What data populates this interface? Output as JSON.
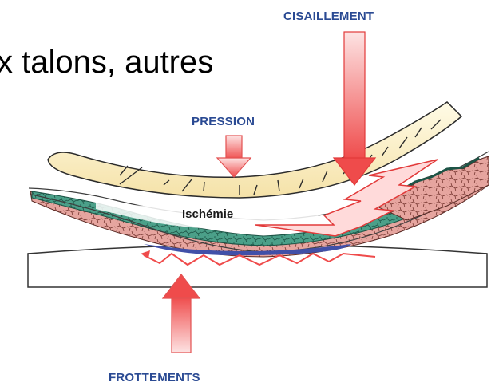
{
  "heading": "x talons, autres",
  "labels": {
    "cisaillement": "CISAILLEMENT",
    "pression": "PRESSION",
    "ischemie": "Ischémie",
    "frottements": "FROTTEMENTS"
  },
  "colors": {
    "label_blue": "#2a4a93",
    "arrow_red": "#ef4b4b",
    "bone_fill": "#fbf1c7",
    "bone_stroke": "#2b2b2b",
    "tissue_green": "#4ba089",
    "tissue_pink": "#e9a7a2",
    "friction_line": "#4150a8",
    "surface_fill": "#ffffff",
    "surface_stroke": "#333333"
  },
  "icons": {
    "pression": "down-arrow-icon",
    "cisaillement": "down-arrow-icon",
    "frottements": "up-arrow-icon",
    "shear": "zigzag-bolt-icon",
    "friction": "zigzag-line-icon"
  }
}
